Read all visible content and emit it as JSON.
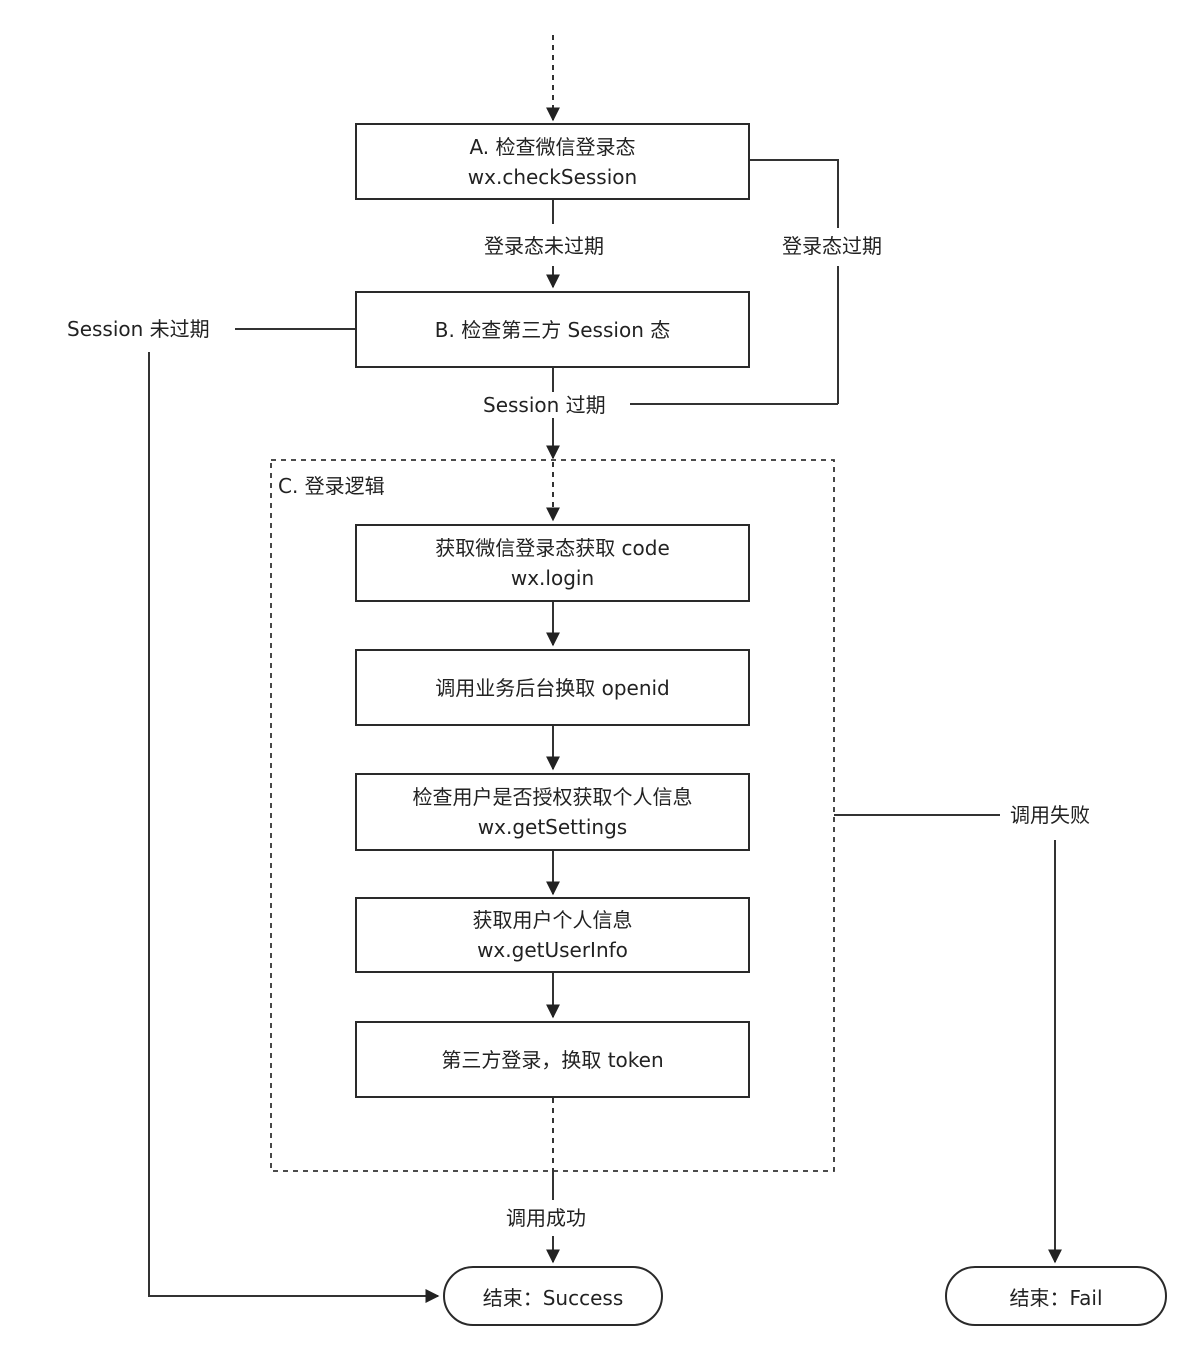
{
  "nodes": {
    "a_title": "A. 检查微信登录态",
    "a_sub": "wx.checkSession",
    "b_title": "B. 检查第三方 Session 态",
    "group_title": "C. 登录逻辑",
    "c1_title": "获取微信登录态获取 code",
    "c1_sub": "wx.login",
    "c2_title": "调用业务后台换取 openid",
    "c3_title": "检查用户是否授权获取个人信息",
    "c3_sub": "wx.getSettings",
    "c4_title": "获取用户个人信息",
    "c4_sub": "wx.getUserInfo",
    "c5_title": "第三方登录，换取 token",
    "end_success": "结束：Success",
    "end_fail": "结束：Fail"
  },
  "edges": {
    "not_expired": "登录态未过期",
    "expired": "登录态过期",
    "session_not_expired": "Session 未过期",
    "session_expired": "Session 过期",
    "call_fail": "调用失败",
    "call_success": "调用成功"
  }
}
